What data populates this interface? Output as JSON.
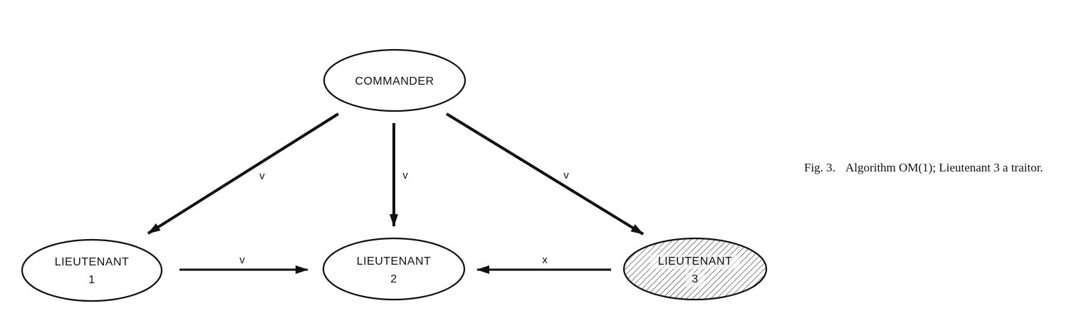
{
  "nodes": {
    "commander": {
      "label": "COMMANDER"
    },
    "lieutenant1": {
      "line1": "LIEUTENANT",
      "line2": "1"
    },
    "lieutenant2": {
      "line1": "LIEUTENANT",
      "line2": "2"
    },
    "lieutenant3": {
      "line1": "LIEUTENANT",
      "line2": "3",
      "traitor": true
    }
  },
  "edges": {
    "commander_to_l1": "v",
    "commander_to_l2": "v",
    "commander_to_l3": "v",
    "l1_to_l2": "v",
    "l3_to_l2": "x"
  },
  "caption": {
    "figure": "Fig. 3.",
    "text": "Algorithm OM(1); Lieutenant 3 a traitor."
  }
}
